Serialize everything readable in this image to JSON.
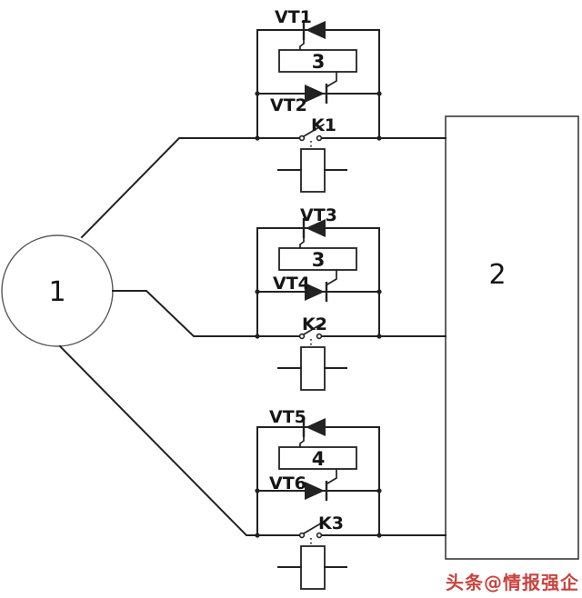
{
  "diagram": {
    "generator_label": "1",
    "controller_label": "2",
    "branches": [
      {
        "top_thyristor": "VT1",
        "bottom_thyristor": "VT2",
        "trigger_unit": "3",
        "contactor": "K1"
      },
      {
        "top_thyristor": "VT3",
        "bottom_thyristor": "VT4",
        "trigger_unit": "3",
        "contactor": "K2"
      },
      {
        "top_thyristor": "VT5",
        "bottom_thyristor": "VT6",
        "trigger_unit": "4",
        "contactor": "K3"
      }
    ],
    "watermark": "头条@情报强企",
    "colors": {
      "wire": "#222222",
      "outline": "#5a5a5a",
      "background": "#ffffff",
      "watermark": "#c9443e"
    }
  }
}
